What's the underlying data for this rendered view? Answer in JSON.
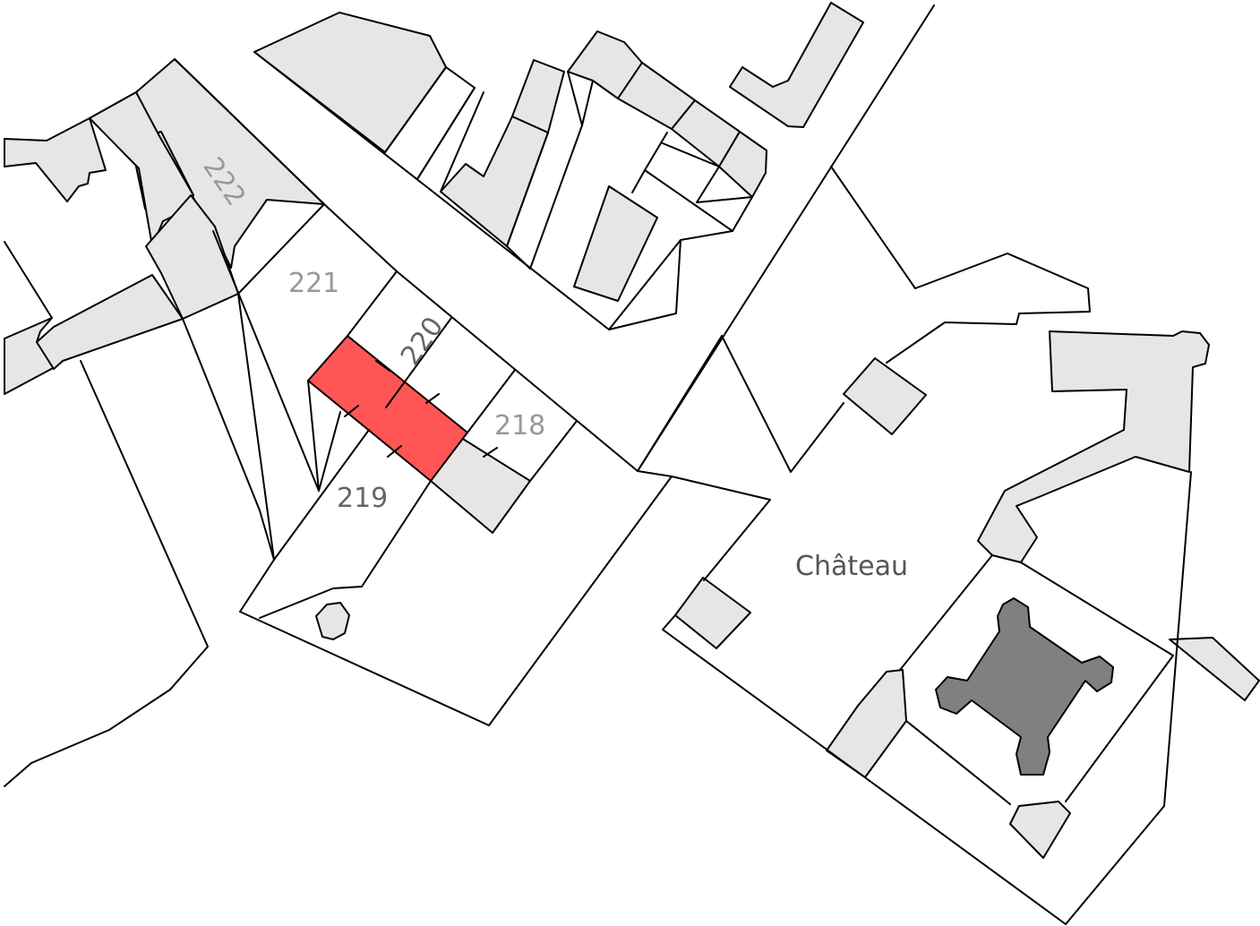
{
  "map": {
    "labels": {
      "p222": "222",
      "p221": "221",
      "p220": "220",
      "p219": "219",
      "p218": "218",
      "chateau": "Château"
    },
    "colors": {
      "background": "#ffffff",
      "building": "#e6e6e6",
      "highlight": "#ff5555",
      "keep": "#808080",
      "stroke": "#000000",
      "parcel_label": "#999999",
      "parcel_label_dark": "#666666",
      "place_label": "#555555"
    }
  }
}
